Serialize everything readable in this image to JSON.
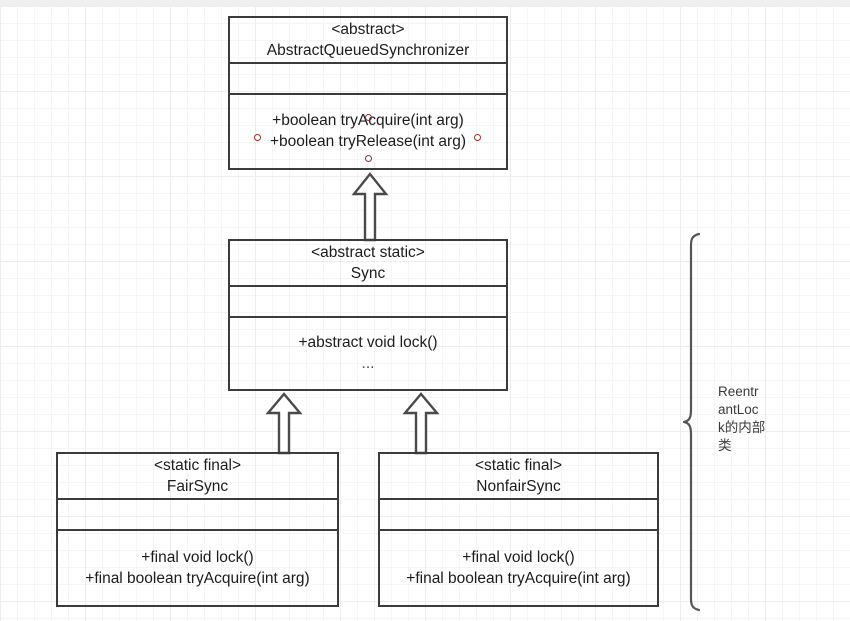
{
  "diagram": {
    "title": "ReentrantLock synchronizer class hierarchy",
    "type": "uml-class-diagram",
    "colors": {
      "box_border": "#3b3b3b",
      "text": "#1c1c1c",
      "grid_minor": "#f4f5f5",
      "grid_major": "#eceded",
      "selection_dot": "#9c3030",
      "brace": "#555555"
    }
  },
  "classes": [
    {
      "id": "aqs",
      "stereotype": "<abstract>",
      "name": "AbstractQueuedSynchronizer",
      "attributes": [],
      "operations": [
        "+boolean tryAcquire(int arg)",
        "+boolean tryRelease(int arg)"
      ]
    },
    {
      "id": "sync",
      "stereotype": "<abstract static>",
      "name": "Sync",
      "attributes": [],
      "operations": [
        "+abstract void lock()",
        "..."
      ]
    },
    {
      "id": "fairsync",
      "stereotype": "<static final>",
      "name": "FairSync",
      "attributes": [],
      "operations": [
        "+final void lock()",
        "+final boolean tryAcquire(int arg)"
      ]
    },
    {
      "id": "nonfairsync",
      "stereotype": "<static final>",
      "name": "NonfairSync",
      "attributes": [],
      "operations": [
        "+final void lock()",
        "+final boolean tryAcquire(int arg)"
      ]
    }
  ],
  "relations": [
    {
      "id": "sync-to-aqs",
      "kind": "generalization",
      "from": "sync",
      "to": "aqs"
    },
    {
      "id": "fairsync-to-sync",
      "kind": "generalization",
      "from": "fairsync",
      "to": "sync"
    },
    {
      "id": "nonfairsync-to-sync",
      "kind": "generalization",
      "from": "nonfairsync",
      "to": "sync"
    }
  ],
  "annotation": {
    "id": "reentrantlock-inner-classes",
    "brace_label_lines": "Reentr\nantLoc\nk的内部\n类",
    "brace_label_full": "ReentrantLock的内部类"
  }
}
